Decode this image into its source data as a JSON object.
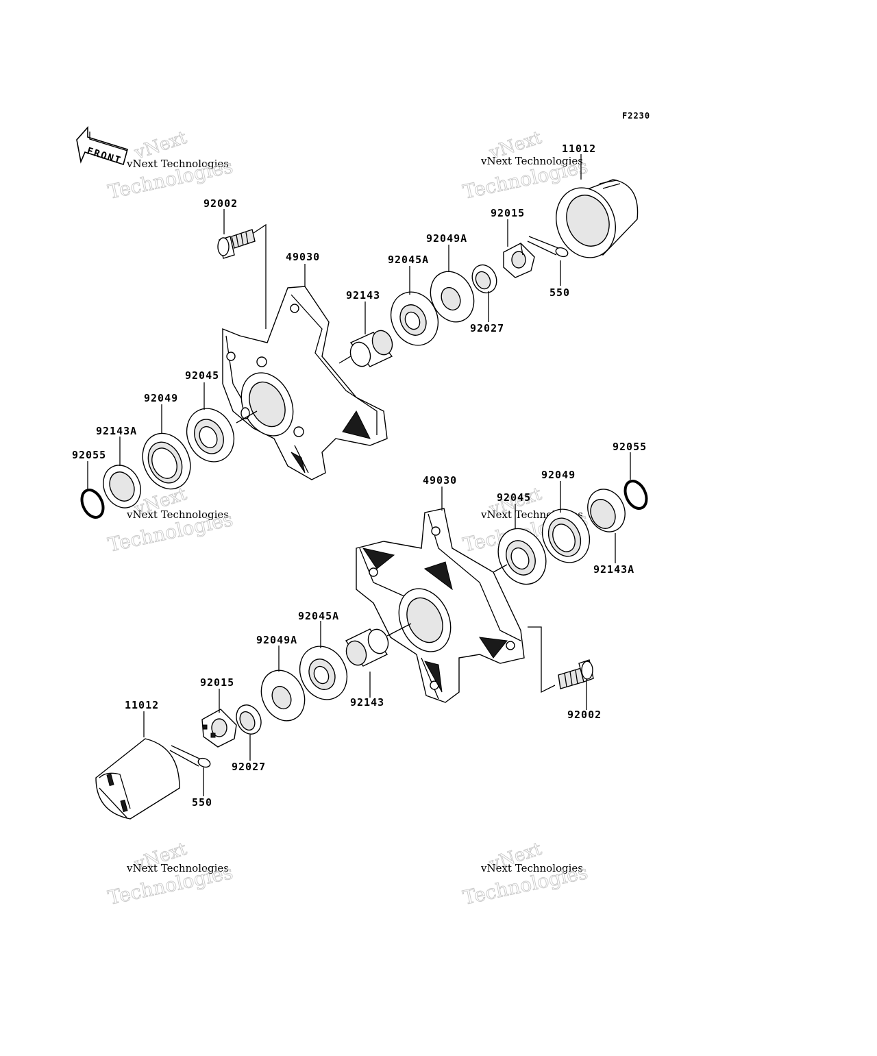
{
  "figure_code": "F2230",
  "front_badge": "FRONT",
  "watermark": {
    "line1": "vNext",
    "line2": "vNext Technologies",
    "line3": "Technologies"
  },
  "labels": {
    "upper": {
      "p92002": "92002",
      "p49030": "49030",
      "p92143": "92143",
      "p92045A": "92045A",
      "p92049A": "92049A",
      "p92015": "92015",
      "p11012": "11012",
      "p550": "550",
      "p92027": "92027",
      "p92045": "92045",
      "p92049": "92049",
      "p92143A": "92143A",
      "p92055": "92055"
    },
    "lower": {
      "p49030": "49030",
      "p92055": "92055",
      "p92049": "92049",
      "p92045": "92045",
      "p92143A": "92143A",
      "p92045A": "92045A",
      "p92049A": "92049A",
      "p92143": "92143",
      "p92015": "92015",
      "p11012": "11012",
      "p92027": "92027",
      "p550": "550",
      "p92002": "92002"
    }
  }
}
